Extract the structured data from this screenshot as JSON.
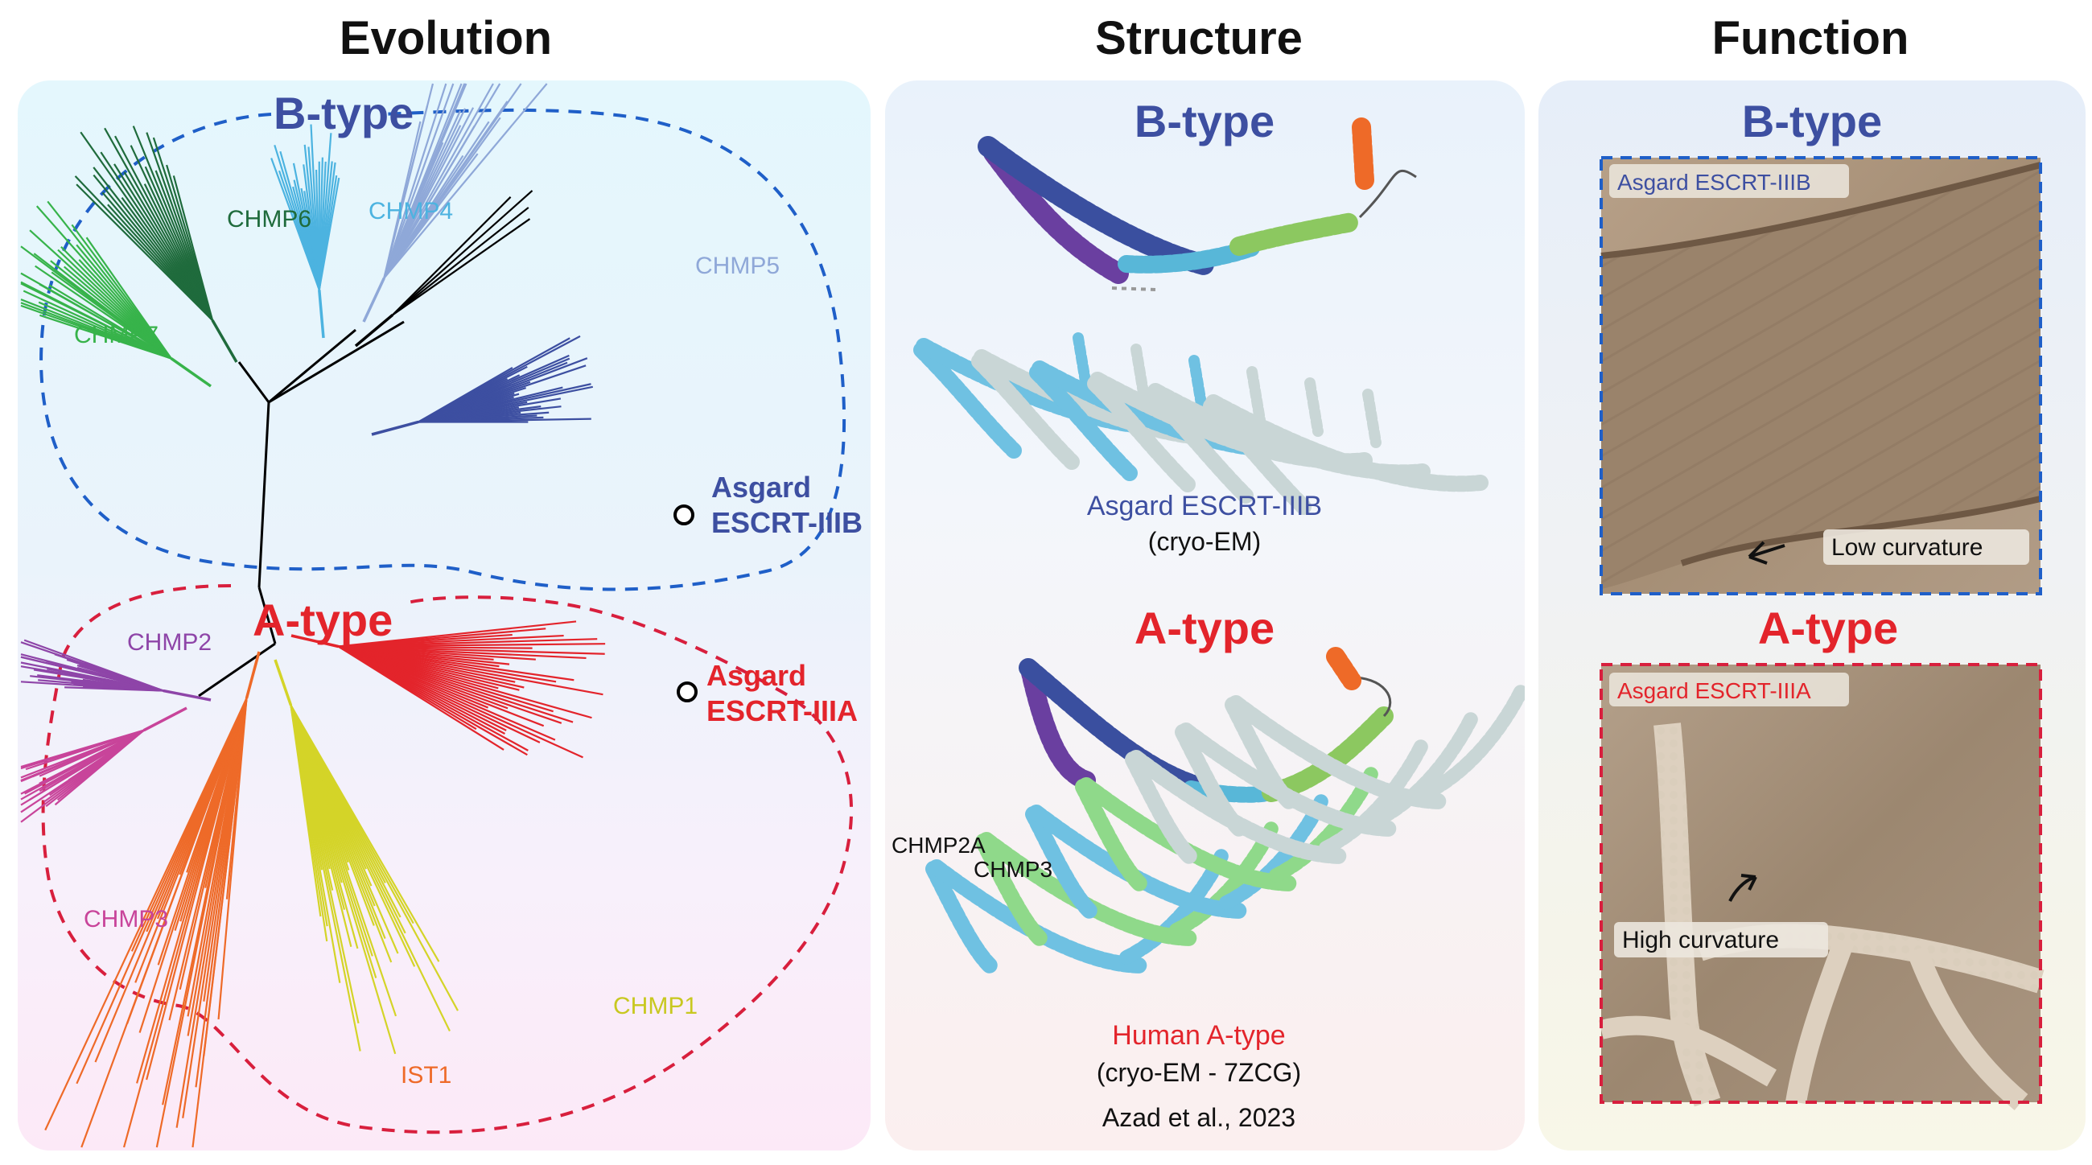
{
  "columns": {
    "evolution": "Evolution",
    "structure": "Structure",
    "function": "Function"
  },
  "evolution": {
    "btype_label": "B-type",
    "atype_label": "A-type",
    "clades": {
      "chmp6": "CHMP6",
      "chmp4": "CHMP4",
      "chmp5": "CHMP5",
      "chmp7": "CHMP7",
      "chmp2": "CHMP2",
      "chmp3": "CHMP3",
      "ist1": "IST1",
      "chmp1": "CHMP1"
    },
    "asgard_b": [
      "Asgard",
      "ESCRT-IIIB"
    ],
    "asgard_a": [
      "Asgard",
      "ESCRT-IIIA"
    ],
    "colors": {
      "btype": "#3d4fa1",
      "atype": "#e3242b",
      "chmp6": "#1f6b3c",
      "chmp4": "#4cb3e0",
      "chmp5": "#8fa8d8",
      "chmp7": "#37b34a",
      "chmp2": "#8e45a8",
      "chmp3": "#c8449a",
      "ist1": "#ee6a28",
      "chmp1": "#d4d428",
      "asgard_b": "#3d4fa1",
      "asgard_a": "#e3242b"
    }
  },
  "structure": {
    "btype_label": "B-type",
    "atype_label": "A-type",
    "b_caption": "Asgard ESCRT-IIIB",
    "b_method": "(cryo-EM)",
    "a_caption": "Human A-type",
    "a_method": "(cryo-EM - 7ZCG)",
    "citation": "Azad et al., 2023",
    "chmp2a_label": "CHMP2A",
    "chmp3_label": "CHMP3"
  },
  "function": {
    "btype_label": "B-type",
    "atype_label": "A-type",
    "b_image_tag": "Asgard ESCRT-IIIB",
    "b_annotation": "Low curvature",
    "a_image_tag": "Asgard ESCRT-IIIA",
    "a_annotation": "High curvature"
  }
}
